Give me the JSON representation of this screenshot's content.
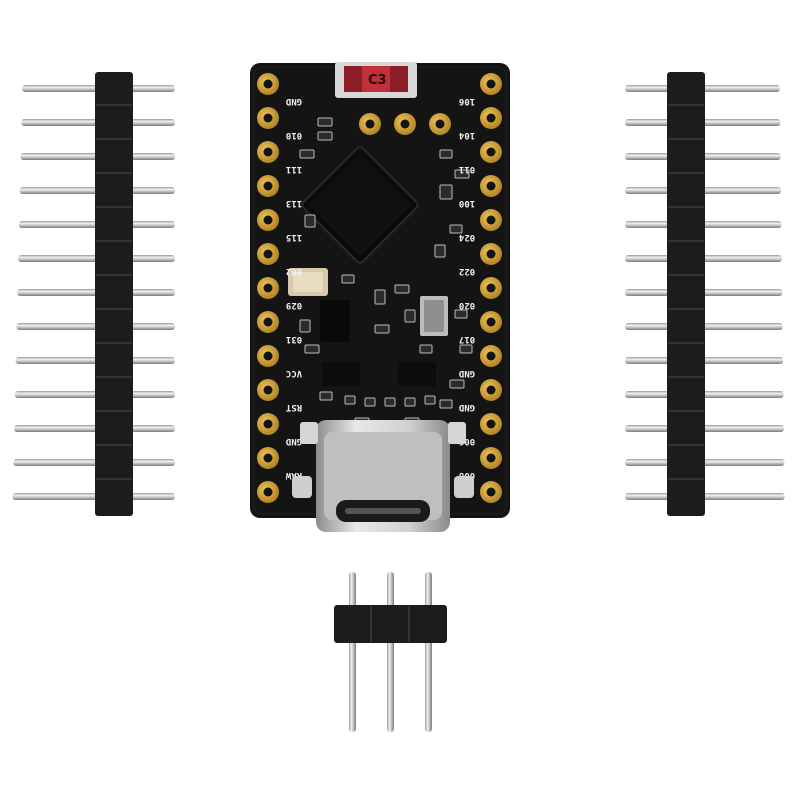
{
  "product": {
    "board_label": "C3",
    "left_pins": [
      "GND",
      "010",
      "111",
      "113",
      "115",
      "002",
      "029",
      "031",
      "VCC",
      "RST",
      "GND",
      "RAW",
      ""
    ],
    "right_pins": [
      "106",
      "104",
      "011",
      "100",
      "024",
      "022",
      "020",
      "017",
      "GND",
      "GND",
      "006",
      "008",
      ""
    ]
  },
  "colors": {
    "pcb": "#161616",
    "pad_gold": "#c99a2e",
    "header_plastic": "#1a1a1a",
    "pin_metal": "#c8c8c8",
    "antenna_red": "#c0303a"
  }
}
